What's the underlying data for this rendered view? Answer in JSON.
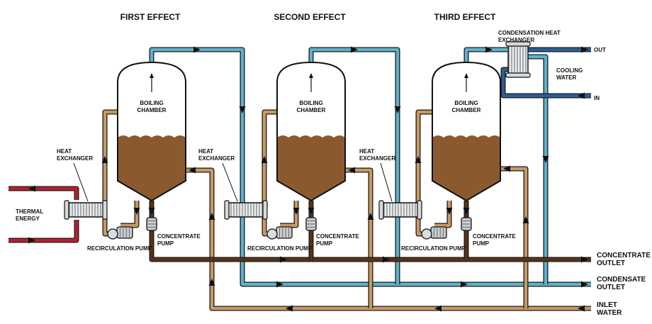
{
  "effects": {
    "first": "FIRST EFFECT",
    "second": "SECOND EFFECT",
    "third": "THIRD EFFECT"
  },
  "chamber": {
    "line1": "BOILING",
    "line2": "CHAMBER"
  },
  "heat_exchanger": {
    "line1": "HEAT",
    "line2": "EXCHANGER"
  },
  "recirculation_pump": "RECIRCULATION PUMP",
  "concentrate_pump": {
    "line1": "CONCENTRATE",
    "line2": "PUMP"
  },
  "thermal_energy": {
    "line1": "THERMAL",
    "line2": "ENERGY"
  },
  "condensation_hx": {
    "line1": "CONDENSATION HEAT",
    "line2": "EXCHANGER"
  },
  "cooling_water": {
    "line1": "COOLING",
    "line2": "WATER"
  },
  "cw_out": "OUT",
  "cw_in": "IN",
  "outlets": {
    "concentrate": {
      "line1": "CONCENTRATE",
      "line2": "OUTLET"
    },
    "condensate": {
      "line1": "CONDENSATE",
      "line2": "OUTLET"
    },
    "inlet": {
      "line1": "INLET",
      "line2": "WATER"
    }
  },
  "colors": {
    "vapor": "#5fb2cc",
    "feed": "#c99a62",
    "concentrate": "#5a3216",
    "liquid": "#8a5a2e",
    "thermal": "#b5202e",
    "cooling": "#2c5e97"
  }
}
